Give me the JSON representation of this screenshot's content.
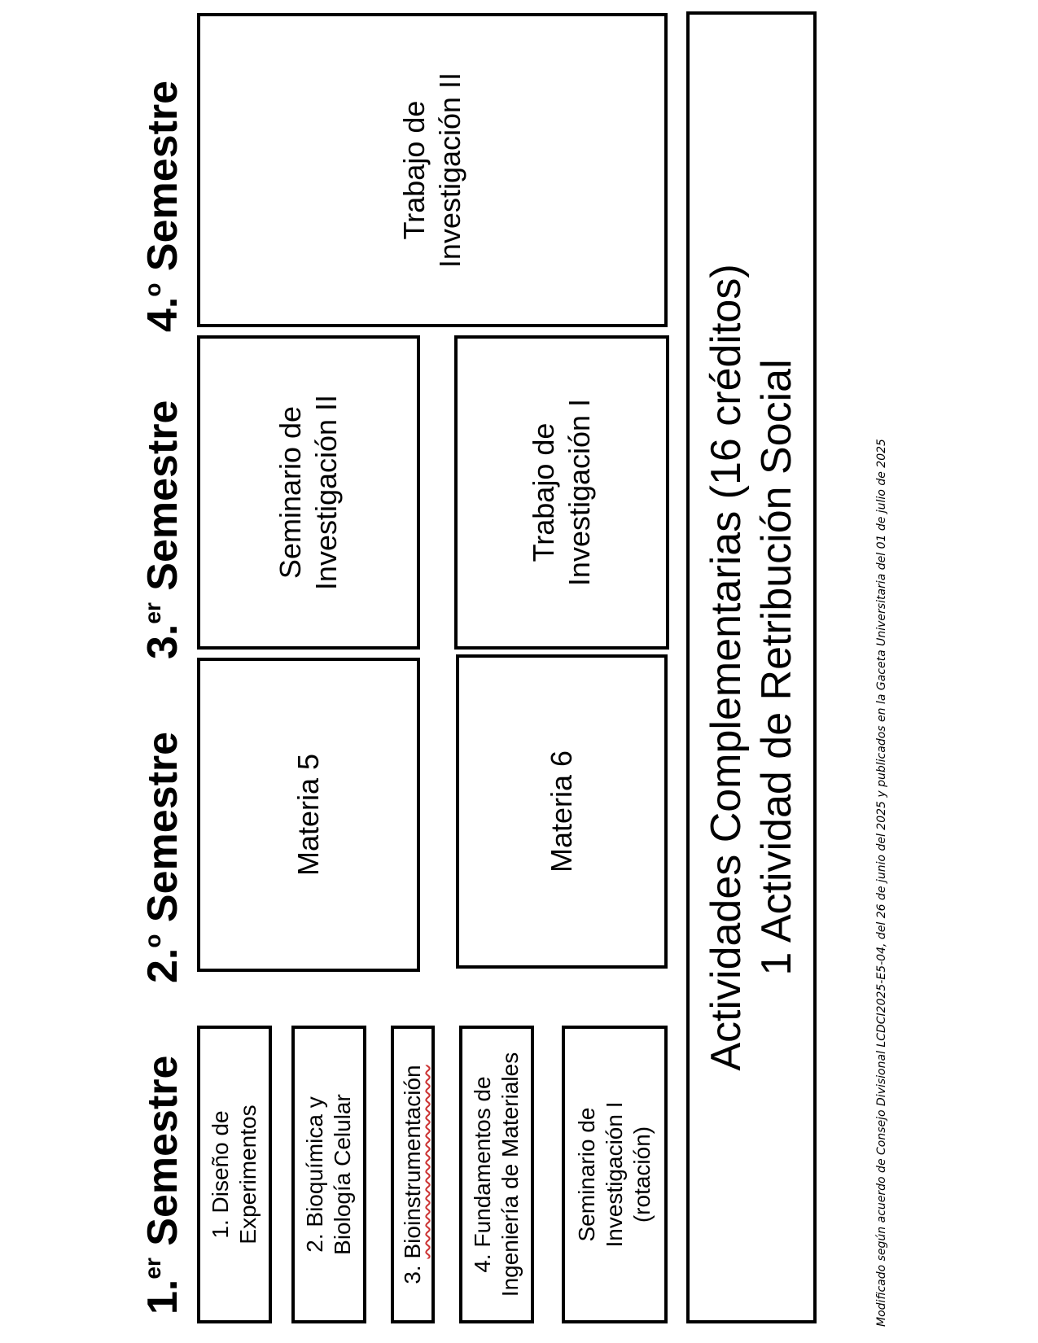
{
  "semesters": {
    "s1": {
      "num": "1.",
      "sup": "er",
      "label": "Semestre"
    },
    "s2": {
      "num": "2.",
      "sup": "o",
      "label": "Semestre"
    },
    "s3": {
      "num": "3.",
      "sup": "er",
      "label": "Semestre"
    },
    "s4": {
      "num": "4.",
      "sup": "o",
      "label": "Semestre"
    }
  },
  "semester1": {
    "course1": [
      "1. Diseño de",
      "Experimentos"
    ],
    "course2": [
      "2. Bioquímica y",
      "Biología Celular"
    ],
    "course3": {
      "num": "3.",
      "name": "Bioinstrumentación"
    },
    "course4": [
      "4. Fundamentos de",
      "Ingeniería de Materiales"
    ],
    "course5": [
      "Seminario de",
      "Investigación I",
      "(rotación)"
    ]
  },
  "semester2": {
    "course1": "Materia 5",
    "course2": "Materia 6"
  },
  "semester3": {
    "course1": [
      "Seminario de",
      "Investigación II"
    ],
    "course2": [
      "Trabajo de",
      "Investigación I"
    ]
  },
  "semester4": {
    "course1": [
      "Trabajo de",
      "Investigación II"
    ]
  },
  "complementary": {
    "line1": "Actividades Complementarias (16 créditos)",
    "line2": "1 Actividad de Retribución Social"
  },
  "footer": "Modificado según acuerdo de Consejo Divisional LCDCI2025-E5-04, del 26 de junio del 2025 y publicados en la Gaceta Universitaria del 01 de julio de 2025"
}
